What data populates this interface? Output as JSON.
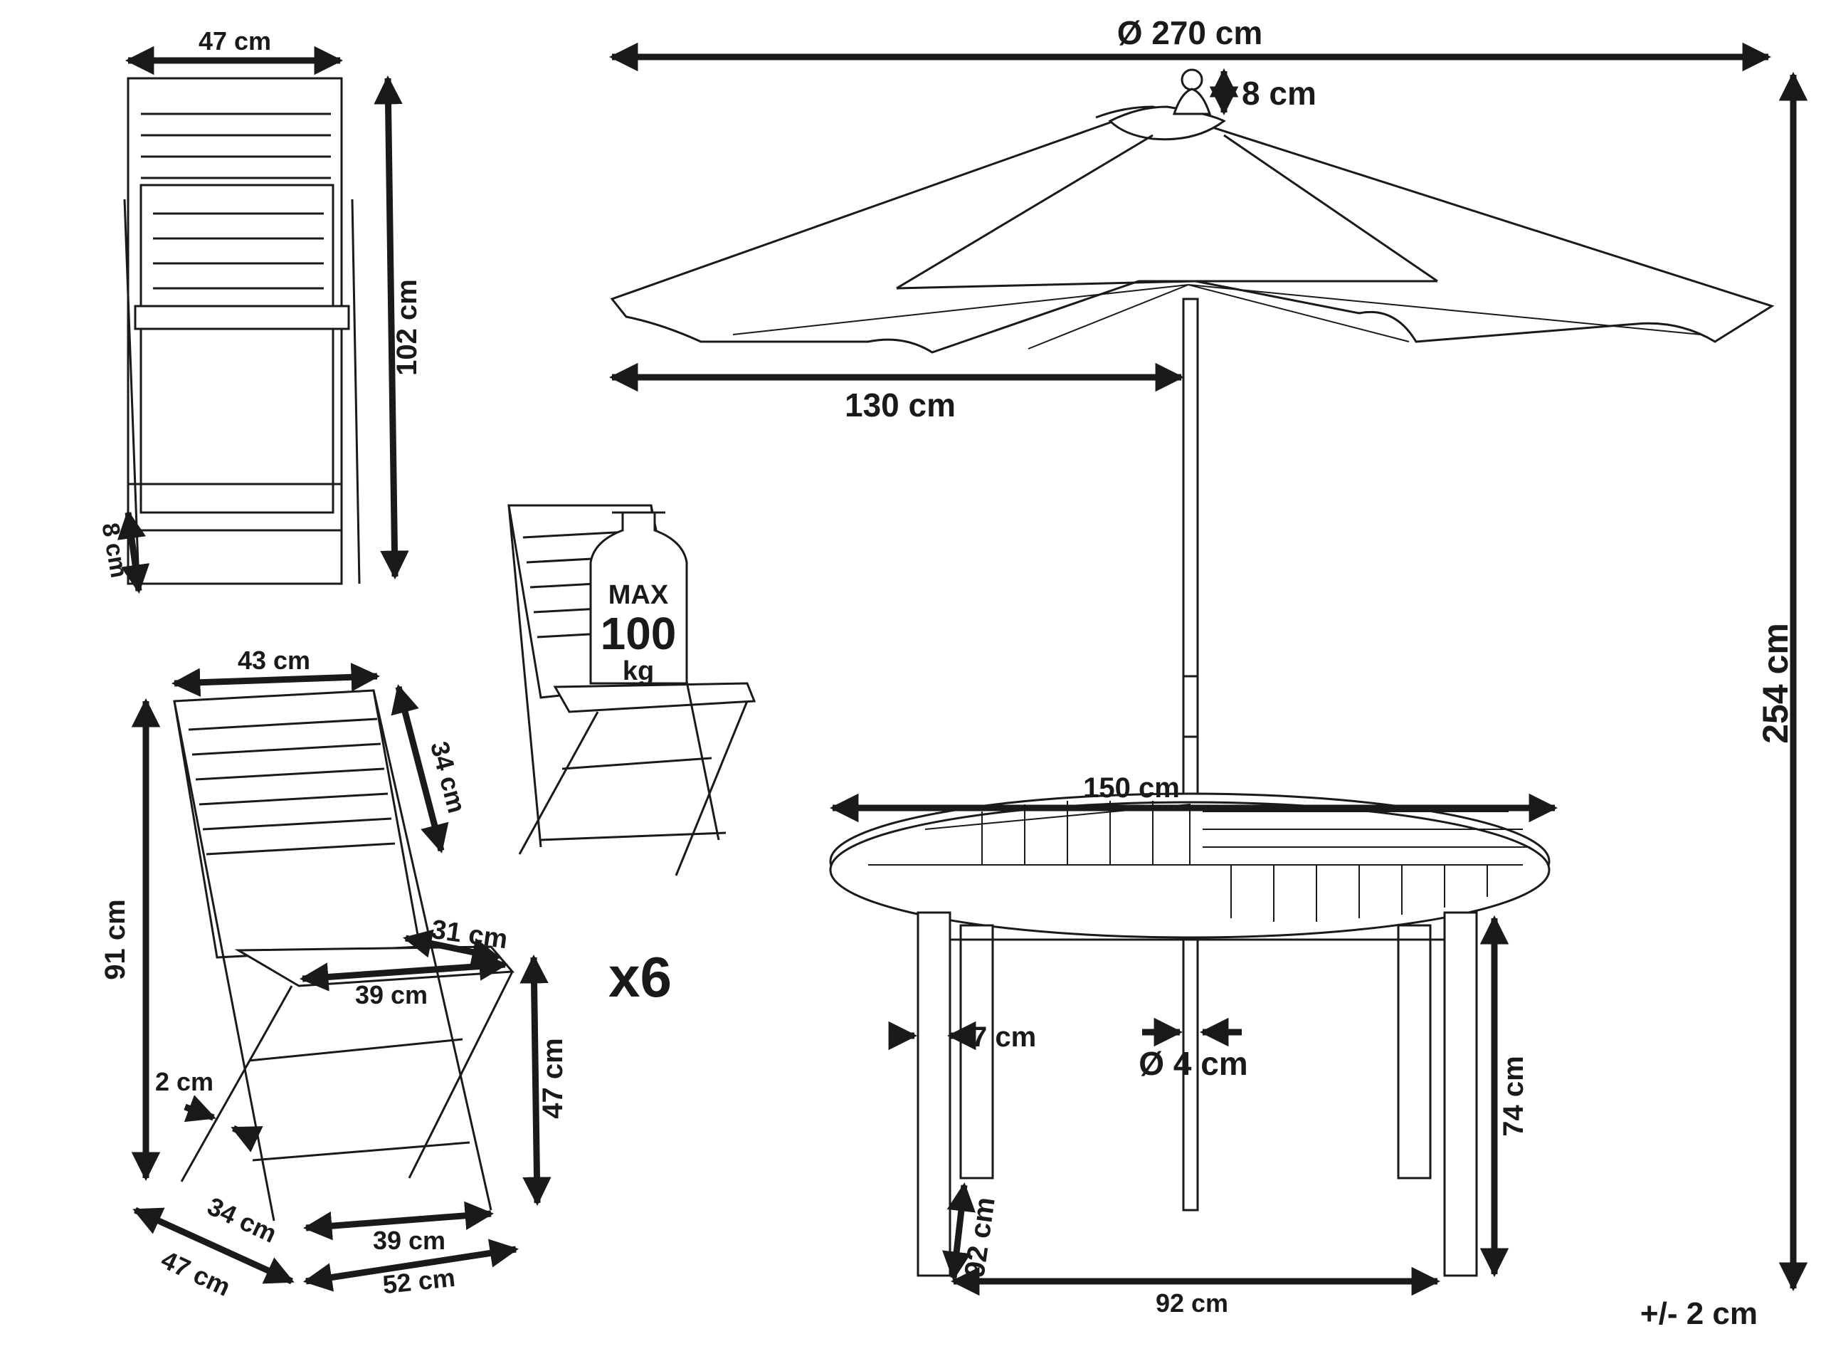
{
  "labels": {
    "umbrella_diameter": "Ø 270 cm",
    "umbrella_top": "8 cm",
    "umbrella_radius": "130 cm",
    "total_height": "254 cm",
    "folded_width": "47 cm",
    "folded_height": "102 cm",
    "folded_depth": "8 cm",
    "chair_width": "43 cm",
    "backrest_height": "34 cm",
    "chair_height": "91 cm",
    "seat_depth": "31 cm",
    "seat_width": "39 cm",
    "seat_height": "47 cm",
    "frame_thickness": "2 cm",
    "leg_depth": "34 cm",
    "leg_width": "39 cm",
    "chair_depth": "47 cm",
    "base_depth": "52 cm",
    "load_max": "MAX",
    "load_value": "100",
    "load_unit": "kg",
    "quantity": "x6",
    "table_diameter": "150 cm",
    "table_leg": "7 cm",
    "pole_diameter": "Ø 4 cm",
    "table_height": "74 cm",
    "leg_span_depth": "92 cm",
    "leg_span_width": "92 cm",
    "tolerance": "+/- 2 cm"
  },
  "colors": {
    "line": "#1a1a1a",
    "background": "#ffffff"
  }
}
